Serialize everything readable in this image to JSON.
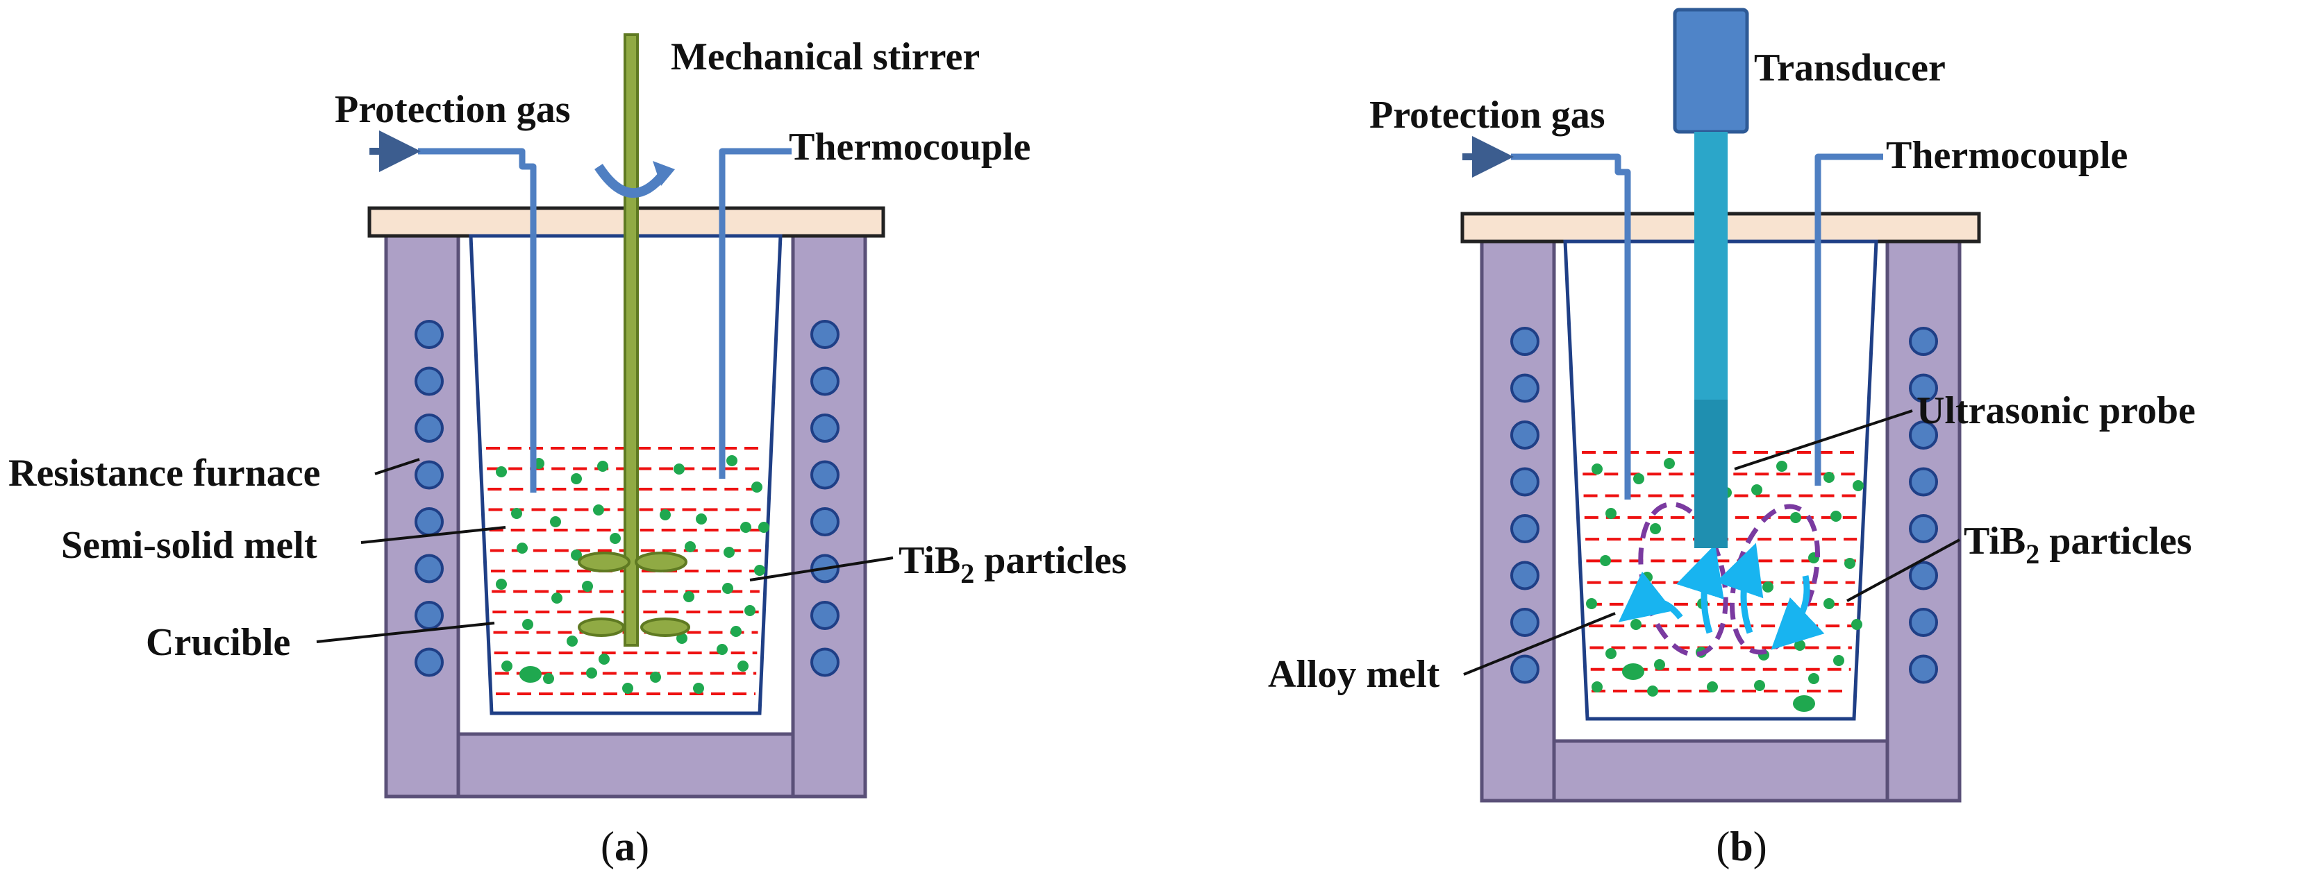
{
  "colors": {
    "furnace_fill": "#ada0c6",
    "furnace_stroke": "#5a5078",
    "heater": "#4f7fc2",
    "lid": "#f8e3d0",
    "tube": "#4f7fc2",
    "crucible": "#1f3f86",
    "melt_line": "#ee1111",
    "particle": "#1fa84f",
    "stirrer": "#90aa44",
    "transducer": "#4f84c8",
    "probe": "#2ba6c9",
    "flow_arrow": "#18b4f0",
    "flow_loop": "#7a3aa0"
  },
  "panel_a": {
    "caption_open": "(",
    "caption_letter": "a",
    "caption_close": ")",
    "labels": {
      "mechanical_stirrer": "Mechanical stirrer",
      "protection_gas": "Protection gas",
      "thermocouple": "Thermocouple",
      "resistance_furnace": "Resistance furnace",
      "semi_solid_melt": "Semi-solid melt",
      "crucible": "Crucible",
      "tib2_prefix": "TiB",
      "tib2_sub": "2",
      "tib2_suffix": " particles"
    }
  },
  "panel_b": {
    "caption_open": "(",
    "caption_letter": "b",
    "caption_close": ")",
    "labels": {
      "transducer": "Transducer",
      "protection_gas": "Protection gas",
      "thermocouple": "Thermocouple",
      "ultrasonic_probe": "Ultrasonic probe",
      "tib2_prefix": "TiB",
      "tib2_sub": "2",
      "tib2_suffix": " particles",
      "alloy_melt": "Alloy melt"
    }
  }
}
